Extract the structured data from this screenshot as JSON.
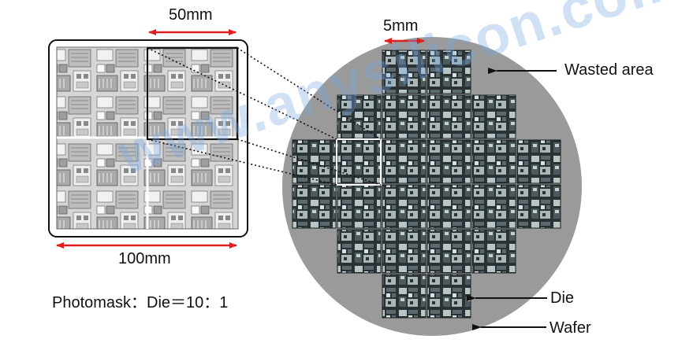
{
  "labels": {
    "mask_chip_width": "50mm",
    "die_width": "5mm",
    "mask_width": "100mm",
    "ratio": "Photomask：Die＝10：1",
    "wasted": "Wasted area",
    "die": "Die",
    "wafer": "Wafer"
  },
  "watermark": "www.anysilicon.com",
  "colors": {
    "wafer": "#9a9a9a",
    "die_dark": "#2a3236",
    "die_mid": "#5b6a6e",
    "die_light": "#b9c6c6",
    "dimension_arrow": "#e02020",
    "mask_bg": "#d8d8d8"
  },
  "die_grid": {
    "row_counts": [
      2,
      4,
      6,
      6,
      4,
      2
    ],
    "highlighted_die": "row 3, column 2"
  }
}
